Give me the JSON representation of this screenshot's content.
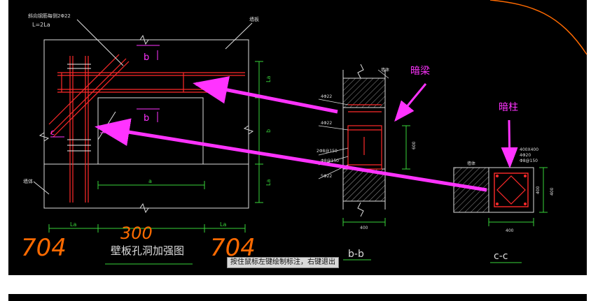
{
  "colors": {
    "background": "#000000",
    "border_line": "#ffffff",
    "rebar": "#ff2a2a",
    "dimension": "#39d43a",
    "annotation": "#ff33ff",
    "handwriting": "#ff6a00",
    "hatch": "#bdbdbd"
  },
  "labels": {
    "rebar_note_top": "斜向钢筋每侧2Φ22",
    "anchor_length": "L=2La",
    "wall_slab": "墙板",
    "wall_body": "墙体",
    "section_b_mark": "b",
    "section_c_mark": "c",
    "dim_la": "La",
    "dim_lb": "b",
    "dim_a": "a",
    "elevation_title": "壁板孔洞加强图",
    "section_bb": "b-b",
    "section_cc": "c-c",
    "an_liang": "暗梁",
    "an_zhu": "暗柱",
    "sec_bb_note1": "4Φ22",
    "sec_bb_note2": "4Φ22",
    "sec_bb_note3": "2Φ8@150",
    "sec_bb_note4": "Φ8@150",
    "sec_bb_note5": "5Φ22",
    "sec_bb_dim_width": "400",
    "sec_bb_dim_height": "600",
    "sec_cc_col_size": "400X400",
    "sec_cc_main": "4Φ20",
    "sec_cc_stirrup": "Φ8@150",
    "sec_cc_dim_w": "400",
    "sec_cc_dim_h": "400",
    "sec_cc_dim_side": "400"
  },
  "handwritten": {
    "left": "704",
    "middle": "300",
    "right": "704"
  },
  "status_bar": {
    "tip": "按住鼠标左键绘制标注，右键退出"
  }
}
